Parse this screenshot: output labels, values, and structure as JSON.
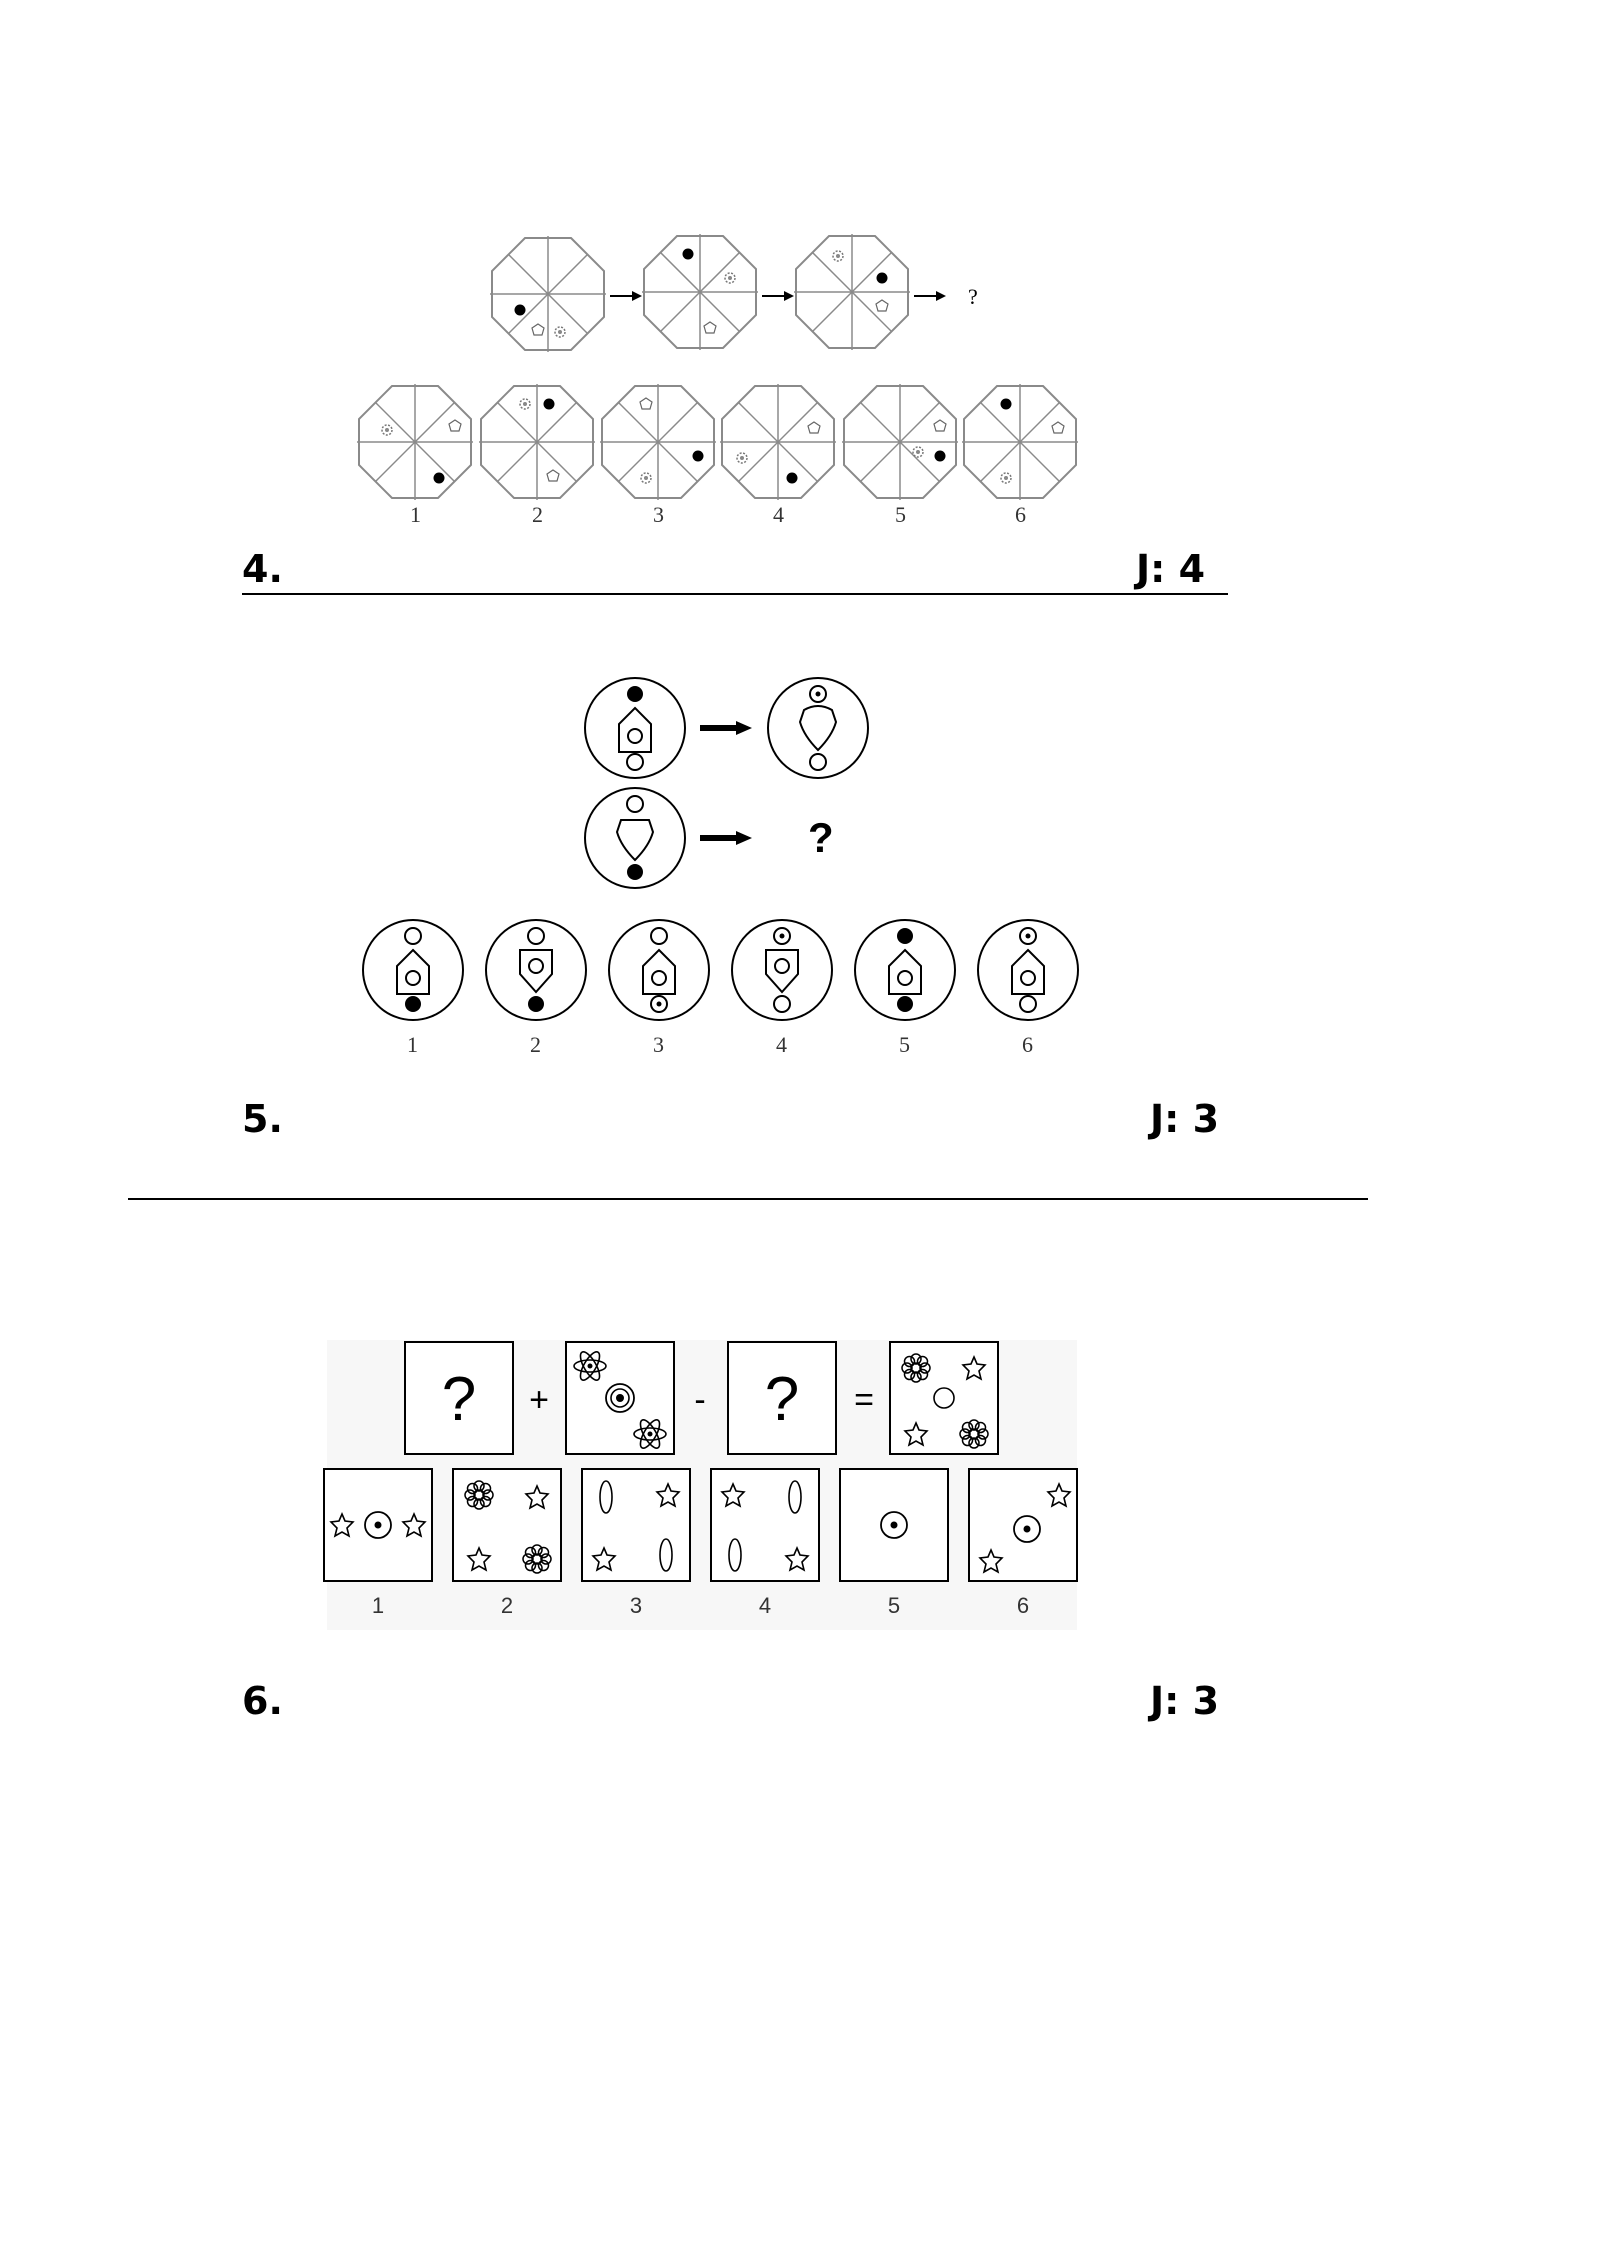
{
  "q4": {
    "number": "4.",
    "answer": "J: 4",
    "question_mark": "?",
    "options": [
      "1",
      "2",
      "3",
      "4",
      "5",
      "6"
    ]
  },
  "q5": {
    "number": "5.",
    "answer": "J: 3",
    "question_mark": "?",
    "options": [
      "1",
      "2",
      "3",
      "4",
      "5",
      "6"
    ]
  },
  "q6": {
    "number": "6.",
    "answer": "J: 3",
    "question_mark_1": "?",
    "question_mark_2": "?",
    "plus": "+",
    "minus": "-",
    "equals": "=",
    "options": [
      "1",
      "2",
      "3",
      "4",
      "5",
      "6"
    ]
  },
  "colors": {
    "line": "#8a8a8a",
    "ink": "#000000"
  }
}
